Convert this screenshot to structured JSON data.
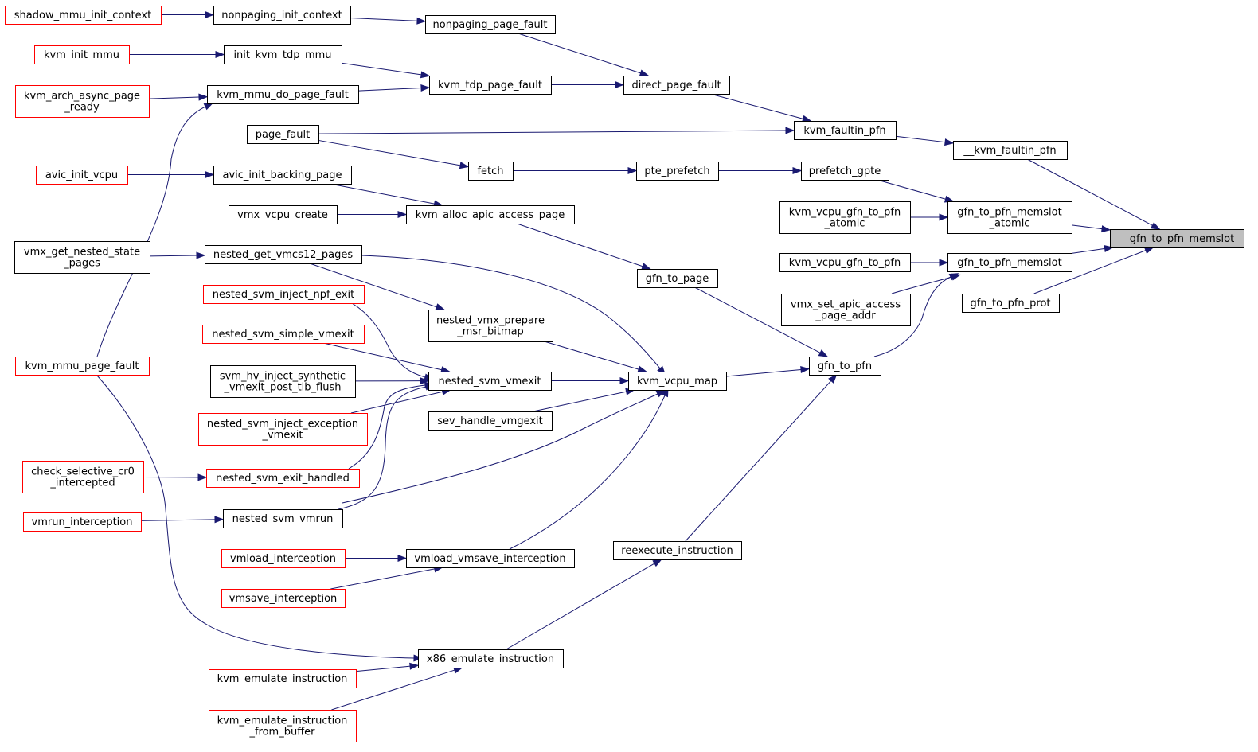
{
  "colors": {
    "edge": "#191970",
    "border_normal": "#000000",
    "border_truncated": "#ff0000",
    "focus_fill": "#bfbfbf"
  },
  "nodes": {
    "shadow_mmu_init_context": {
      "label": "shadow_mmu_init_context",
      "truncated": true
    },
    "nonpaging_init_context": {
      "label": "nonpaging_init_context"
    },
    "nonpaging_page_fault": {
      "label": "nonpaging_page_fault"
    },
    "kvm_init_mmu": {
      "label": "kvm_init_mmu",
      "truncated": true
    },
    "init_kvm_tdp_mmu": {
      "label": "init_kvm_tdp_mmu"
    },
    "kvm_arch_async_page_ready": {
      "label": "kvm_arch_async_page\n_ready",
      "truncated": true
    },
    "kvm_mmu_do_page_fault": {
      "label": "kvm_mmu_do_page_fault"
    },
    "kvm_tdp_page_fault": {
      "label": "kvm_tdp_page_fault"
    },
    "direct_page_fault": {
      "label": "direct_page_fault"
    },
    "page_fault": {
      "label": "page_fault"
    },
    "kvm_faultin_pfn": {
      "label": "kvm_faultin_pfn"
    },
    "__kvm_faultin_pfn": {
      "label": "__kvm_faultin_pfn"
    },
    "avic_init_vcpu": {
      "label": "avic_init_vcpu",
      "truncated": true
    },
    "avic_init_backing_page": {
      "label": "avic_init_backing_page"
    },
    "fetch": {
      "label": "fetch"
    },
    "pte_prefetch": {
      "label": "pte_prefetch"
    },
    "prefetch_gpte": {
      "label": "prefetch_gpte"
    },
    "vmx_vcpu_create": {
      "label": "vmx_vcpu_create"
    },
    "kvm_alloc_apic_access_page": {
      "label": "kvm_alloc_apic_access_page"
    },
    "kvm_vcpu_gfn_to_pfn_atomic": {
      "label": "kvm_vcpu_gfn_to_pfn\n_atomic"
    },
    "gfn_to_pfn_memslot_atomic": {
      "label": "gfn_to_pfn_memslot\n_atomic"
    },
    "__gfn_to_pfn_memslot": {
      "label": "__gfn_to_pfn_memslot",
      "focus": true
    },
    "vmx_get_nested_state_pages": {
      "label": "vmx_get_nested_state\n_pages"
    },
    "nested_get_vmcs12_pages": {
      "label": "nested_get_vmcs12_pages"
    },
    "kvm_vcpu_gfn_to_pfn": {
      "label": "kvm_vcpu_gfn_to_pfn"
    },
    "gfn_to_pfn_memslot": {
      "label": "gfn_to_pfn_memslot"
    },
    "gfn_to_page": {
      "label": "gfn_to_page"
    },
    "nested_svm_inject_npf_exit": {
      "label": "nested_svm_inject_npf_exit",
      "truncated": true
    },
    "vmx_set_apic_access_page_addr": {
      "label": "vmx_set_apic_access\n_page_addr"
    },
    "gfn_to_pfn_prot": {
      "label": "gfn_to_pfn_prot"
    },
    "nested_vmx_prepare_msr_bitmap": {
      "label": "nested_vmx_prepare\n_msr_bitmap"
    },
    "nested_svm_simple_vmexit": {
      "label": "nested_svm_simple_vmexit",
      "truncated": true
    },
    "kvm_mmu_page_fault": {
      "label": "kvm_mmu_page_fault",
      "truncated": true
    },
    "svm_hv_inject_synthetic_vmexit_post_tlb_flush": {
      "label": "svm_hv_inject_synthetic\n_vmexit_post_tlb_flush"
    },
    "nested_svm_vmexit": {
      "label": "nested_svm_vmexit"
    },
    "kvm_vcpu_map": {
      "label": "kvm_vcpu_map"
    },
    "gfn_to_pfn": {
      "label": "gfn_to_pfn"
    },
    "nested_svm_inject_exception_vmexit": {
      "label": "nested_svm_inject_exception\n_vmexit",
      "truncated": true
    },
    "sev_handle_vmgexit": {
      "label": "sev_handle_vmgexit"
    },
    "check_selective_cr0_intercepted": {
      "label": "check_selective_cr0\n_intercepted",
      "truncated": true
    },
    "nested_svm_exit_handled": {
      "label": "nested_svm_exit_handled",
      "truncated": true
    },
    "vmrun_interception": {
      "label": "vmrun_interception",
      "truncated": true
    },
    "nested_svm_vmrun": {
      "label": "nested_svm_vmrun"
    },
    "reexecute_instruction": {
      "label": "reexecute_instruction"
    },
    "vmload_interception": {
      "label": "vmload_interception",
      "truncated": true
    },
    "vmload_vmsave_interception": {
      "label": "vmload_vmsave_interception"
    },
    "vmsave_interception": {
      "label": "vmsave_interception",
      "truncated": true
    },
    "x86_emulate_instruction": {
      "label": "x86_emulate_instruction"
    },
    "kvm_emulate_instruction": {
      "label": "kvm_emulate_instruction",
      "truncated": true
    },
    "kvm_emulate_instruction_from_buffer": {
      "label": "kvm_emulate_instruction\n_from_buffer",
      "truncated": true
    }
  },
  "edges": [
    [
      "shadow_mmu_init_context",
      "nonpaging_init_context"
    ],
    [
      "nonpaging_init_context",
      "nonpaging_page_fault"
    ],
    [
      "nonpaging_page_fault",
      "direct_page_fault"
    ],
    [
      "kvm_init_mmu",
      "init_kvm_tdp_mmu"
    ],
    [
      "init_kvm_tdp_mmu",
      "kvm_tdp_page_fault"
    ],
    [
      "kvm_arch_async_page_ready",
      "kvm_mmu_do_page_fault"
    ],
    [
      "kvm_mmu_do_page_fault",
      "kvm_tdp_page_fault"
    ],
    [
      "kvm_tdp_page_fault",
      "direct_page_fault"
    ],
    [
      "direct_page_fault",
      "kvm_faultin_pfn"
    ],
    [
      "page_fault",
      "kvm_faultin_pfn"
    ],
    [
      "page_fault",
      "fetch"
    ],
    [
      "kvm_faultin_pfn",
      "__kvm_faultin_pfn"
    ],
    [
      "__kvm_faultin_pfn",
      "__gfn_to_pfn_memslot"
    ],
    [
      "avic_init_vcpu",
      "avic_init_backing_page"
    ],
    [
      "avic_init_backing_page",
      "kvm_alloc_apic_access_page"
    ],
    [
      "fetch",
      "pte_prefetch"
    ],
    [
      "pte_prefetch",
      "prefetch_gpte"
    ],
    [
      "prefetch_gpte",
      "gfn_to_pfn_memslot_atomic"
    ],
    [
      "vmx_vcpu_create",
      "kvm_alloc_apic_access_page"
    ],
    [
      "kvm_alloc_apic_access_page",
      "gfn_to_page"
    ],
    [
      "kvm_vcpu_gfn_to_pfn_atomic",
      "gfn_to_pfn_memslot_atomic"
    ],
    [
      "gfn_to_pfn_memslot_atomic",
      "__gfn_to_pfn_memslot"
    ],
    [
      "gfn_to_pfn_memslot",
      "__gfn_to_pfn_memslot"
    ],
    [
      "gfn_to_pfn_prot",
      "__gfn_to_pfn_memslot"
    ],
    [
      "vmx_get_nested_state_pages",
      "nested_get_vmcs12_pages"
    ],
    [
      "nested_get_vmcs12_pages",
      "nested_vmx_prepare_msr_bitmap"
    ],
    [
      "nested_get_vmcs12_pages",
      "kvm_vcpu_map"
    ],
    [
      "kvm_vcpu_gfn_to_pfn",
      "gfn_to_pfn_memslot"
    ],
    [
      "vmx_set_apic_access_page_addr",
      "gfn_to_pfn_memslot"
    ],
    [
      "gfn_to_page",
      "gfn_to_pfn"
    ],
    [
      "gfn_to_pfn",
      "gfn_to_pfn_memslot"
    ],
    [
      "kvm_vcpu_map",
      "gfn_to_pfn"
    ],
    [
      "reexecute_instruction",
      "gfn_to_pfn"
    ],
    [
      "nested_svm_inject_npf_exit",
      "nested_svm_vmexit"
    ],
    [
      "nested_svm_simple_vmexit",
      "nested_svm_vmexit"
    ],
    [
      "svm_hv_inject_synthetic_vmexit_post_tlb_flush",
      "nested_svm_vmexit"
    ],
    [
      "nested_svm_inject_exception_vmexit",
      "nested_svm_vmexit"
    ],
    [
      "nested_svm_exit_handled",
      "nested_svm_vmexit"
    ],
    [
      "nested_svm_vmrun",
      "nested_svm_vmexit"
    ],
    [
      "nested_svm_vmexit",
      "kvm_vcpu_map"
    ],
    [
      "nested_vmx_prepare_msr_bitmap",
      "kvm_vcpu_map"
    ],
    [
      "sev_handle_vmgexit",
      "kvm_vcpu_map"
    ],
    [
      "nested_svm_vmrun",
      "kvm_vcpu_map"
    ],
    [
      "vmload_vmsave_interception",
      "kvm_vcpu_map"
    ],
    [
      "check_selective_cr0_intercepted",
      "nested_svm_exit_handled"
    ],
    [
      "vmrun_interception",
      "nested_svm_vmrun"
    ],
    [
      "vmload_interception",
      "vmload_vmsave_interception"
    ],
    [
      "vmsave_interception",
      "vmload_vmsave_interception"
    ],
    [
      "kvm_mmu_page_fault",
      "kvm_mmu_do_page_fault"
    ],
    [
      "kvm_mmu_page_fault",
      "x86_emulate_instruction"
    ],
    [
      "x86_emulate_instruction",
      "reexecute_instruction"
    ],
    [
      "kvm_emulate_instruction",
      "x86_emulate_instruction"
    ],
    [
      "kvm_emulate_instruction_from_buffer",
      "x86_emulate_instruction"
    ]
  ]
}
